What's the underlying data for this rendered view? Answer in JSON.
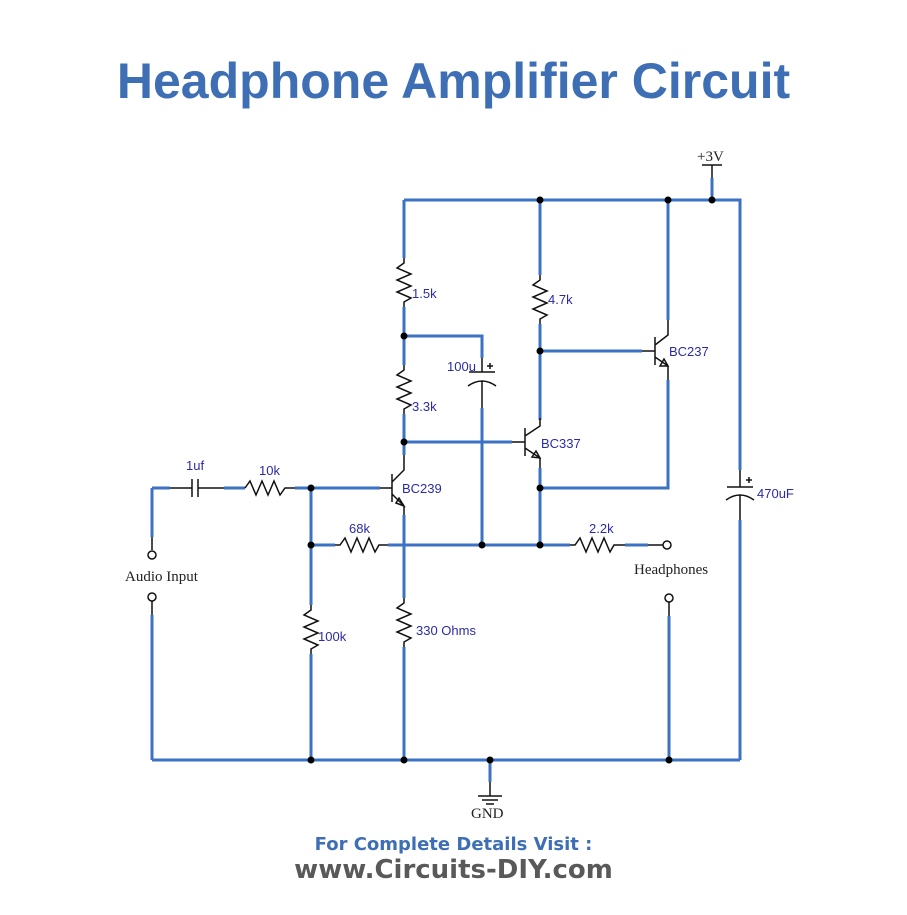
{
  "title": "Headphone Amplifier Circuit",
  "footer": {
    "line1": "For Complete Details Visit :",
    "line2": "www.Circuits-DIY.com"
  },
  "colors": {
    "title": "#3e6fb5",
    "wire": "#3b72c4",
    "component_label": "#2b2ba8",
    "footer_url": "#595959"
  },
  "schematic": {
    "supply": "+3V",
    "ground": "GND",
    "input_label": "Audio Input",
    "output_label": "Headphones",
    "components": {
      "c_in": "1uf",
      "r_in": "10k",
      "r_fb": "68k",
      "r_bias": "100k",
      "r_emitter": "330 Ohms",
      "r_top": "1.5k",
      "r_mid": "3.3k",
      "c_boot": "100u",
      "r_collector": "4.7k",
      "r_out": "2.2k",
      "c_supply": "470uF",
      "q1": "BC239",
      "q2": "BC337",
      "q3": "BC237"
    }
  }
}
